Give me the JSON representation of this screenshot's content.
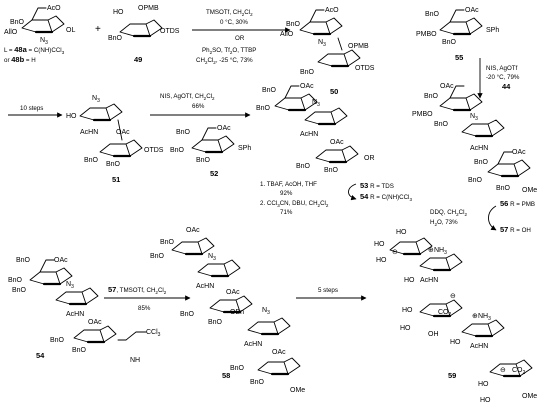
{
  "compounds": {
    "c48": {
      "label": "48a",
      "sub": "L = ",
      "sub2": "or",
      "sub3": "48b",
      "sub4": "= H",
      "l1": "AcO",
      "l2": "AllO",
      "l3": "BnO",
      "l4": "N",
      "l5": "OL",
      "lgroup": "C(NH)CCl",
      "sub3b": "= H"
    },
    "c49": {
      "label": "49",
      "t1": "HO",
      "t2": "OPMB",
      "t3": "BnO",
      "t4": "OTDS"
    },
    "c50": {
      "label": "50",
      "t1": "AcO",
      "t2": "AllO",
      "t3": "BnO",
      "t4": "OPMB",
      "t5": "OTDS"
    },
    "c51": {
      "label": "51",
      "t1": "HO",
      "t2": "AcHN",
      "t3": "OAc",
      "t4": "BnO",
      "t5": "OTDS"
    },
    "c52": {
      "label": "52",
      "t1": "OAc",
      "t2": "BnO",
      "t3": "SPh"
    },
    "c53": {
      "label": "53",
      "r": "R = TDS"
    },
    "c54": {
      "label": "54",
      "r": "R = C(NH)CCl"
    },
    "c55": {
      "label": "55",
      "t1": "BnO",
      "t2": "OAc",
      "t3": "PMBO",
      "t4": "SPh"
    },
    "c56": {
      "label": "56",
      "r": "R = PMB"
    },
    "c57": {
      "label": "57",
      "r": "R = OH"
    },
    "c58": {
      "label": "58"
    },
    "c59": {
      "label": "59"
    }
  },
  "conditions": {
    "plus": "+",
    "step1": {
      "a": "TMSOTf, CH",
      "b": "Cl",
      "c": "0 °C, 30%",
      "or": "OR",
      "d": "Ph",
      "e": "SO, Tf",
      "f": "O, TTBP",
      "g": "CH",
      "h": "Cl",
      "i": ", -25 °C, 73%"
    },
    "ten_steps": "10 steps",
    "nis1": {
      "a": "NIS, AgOTf, CH",
      "b": "Cl",
      "c": "66%"
    },
    "nis2": {
      "a": "NIS, AgOTf",
      "b": "-20 °C, 79%",
      "c": "44"
    },
    "tbaf": {
      "a": "1. TBAF, AcOH, THF",
      "b": "92%",
      "c": "2. CCl",
      "d": "CN, DBU, CH",
      "e": "Cl",
      "f": "71%"
    },
    "ddq": {
      "a": "DDQ, CH",
      "b": "Cl",
      "c": "H",
      "d": "O, 73%"
    },
    "glyco": {
      "a": "57",
      "b": ", TMSOTf, CH",
      "c": "Cl",
      "d": "85%"
    },
    "five_steps": "5 steps"
  },
  "labels": {
    "ac": "OAc",
    "bno": "BnO",
    "n3": "N",
    "achn": "AcHN",
    "ome": "OMe",
    "obn": "OBn",
    "ho": "HO",
    "oh": "OH",
    "nh3": "NH",
    "co2": "CO",
    "ccl3": "CCl",
    "nh": "NH",
    "o": "O",
    "minus": "⊖",
    "plus": "⊕",
    "three": "3",
    "two": "2"
  }
}
